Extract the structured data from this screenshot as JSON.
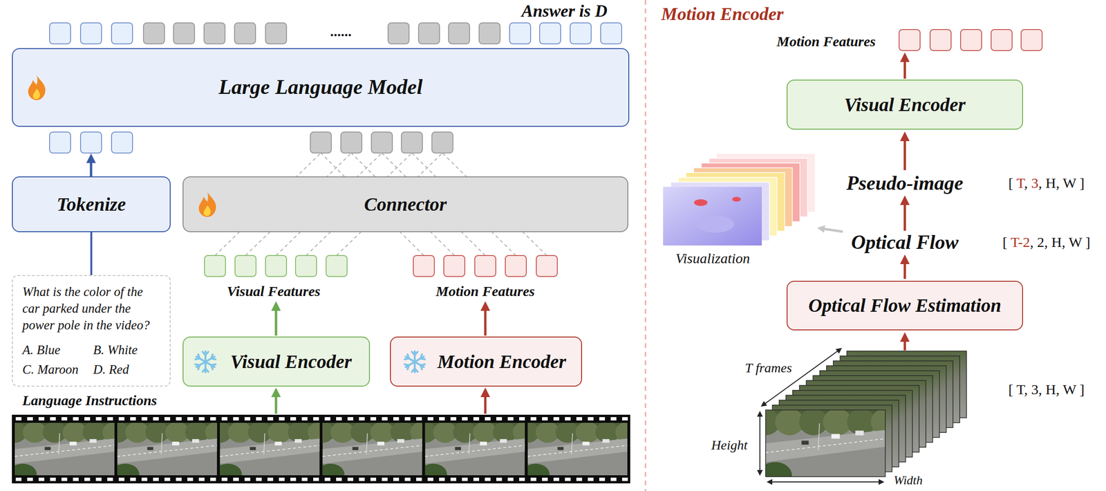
{
  "diagram": {
    "nodes": [
      {
        "text": [
          "Large Language Model"
        ]
      },
      {
        "text": [
          "Tokenize"
        ]
      },
      {
        "text": [
          "Connector"
        ]
      },
      {
        "text": [
          "What is the color of the car parked under the power pole in the video?",
          "A. Blue",
          "B. White",
          "C. Maroon",
          "D. Red"
        ]
      },
      {
        "text": [
          "Visual Encoder"
        ]
      },
      {
        "text": [
          "Motion Encoder"
        ]
      },
      {
        "text": [
          "Visual Encoder"
        ]
      },
      {
        "text": [
          "Optical Flow Estimation"
        ]
      }
    ],
    "edges": [
      {
        "from": 3,
        "to": 1,
        "arrow": "none"
      }
    ],
    "labels": [
      "Answer is D",
      "......",
      "Visual Features",
      "Motion Features",
      "Language Instructions",
      "Motion Encoder",
      "Motion Features",
      "Pseudo-image",
      "[ T, 3, H, W ]",
      "Optical Flow",
      "[ T-2, 2, H, W ]",
      "Visualization",
      "T frames",
      "Height",
      "Width",
      "[ T, 3, H, W ]"
    ]
  }
}
